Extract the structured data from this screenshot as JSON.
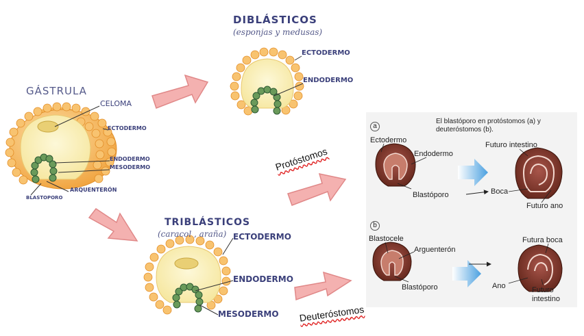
{
  "gastrula": {
    "title": "GÁSTRULA",
    "celoma": "CELOMA",
    "ectodermo": "ECTODERMO",
    "endodermo": "ENDODERMO",
    "mesodermo": "MESODERMO",
    "arquenteron": "ARQUENTERÓN",
    "blastoporo": "BLASTOPORO"
  },
  "diblasticos": {
    "title": "DIBLÁSTICOS",
    "subtitle": "(esponjas y medusas)",
    "ectodermo": "ECTODERMO",
    "endodermo": "ENDODERMO"
  },
  "triblasticos": {
    "title": "TRIBLÁSTICOS",
    "subtitle": "(caracol , araña)",
    "ectodermo": "ECTODERMO",
    "endodermo": "ENDODERMO",
    "mesodermo": "MESODERMO"
  },
  "branches": {
    "protostomos": "Protóstomos",
    "deuterostomos": "Deuteróstomos"
  },
  "textbook": {
    "caption": "El blastóporo en protóstomos (a) y deuteróstomos (b).",
    "panel_a": {
      "letter": "a",
      "ectodermo": "Ectodermo",
      "endodermo": "Endodermo",
      "blastoporo": "Blastóporo",
      "futuro_intestino": "Futuro intestino",
      "boca": "Boca",
      "futuro_ano": "Futuro ano"
    },
    "panel_b": {
      "letter": "b",
      "blastocele": "Blastocele",
      "arquenteron": "Arguenterón",
      "blastoporo": "Blastóporo",
      "futura_boca": "Futura boca",
      "ano": "Ano",
      "futuro_intestino": "Futuro intestino"
    }
  },
  "colors": {
    "ectoderm_ball": "#f5b14a",
    "yolk": "#fbf3c0",
    "endoderm": "#3f7b4a",
    "arrow_pink": "#f2a9a8",
    "textbook_bg": "#f2f2f2",
    "embryo_brown": "#8a3a2c"
  }
}
